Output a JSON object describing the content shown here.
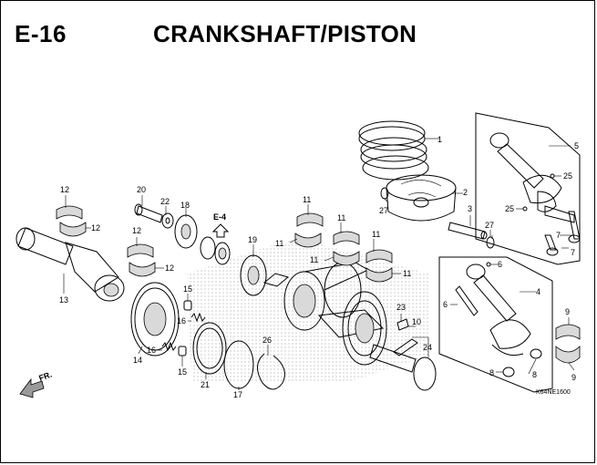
{
  "header": {
    "section": "E-16",
    "title": "CRANKSHAFT/PISTON"
  },
  "reference": {
    "section_ref": "E-4",
    "diagram_code": "K64NE1600",
    "direction": "FR."
  },
  "callouts": {
    "c1": "1",
    "c2": "2",
    "c3": "3",
    "c4": "4",
    "c5": "5",
    "c6a": "6",
    "c6b": "6",
    "c7a": "7",
    "c7b": "7",
    "c8a": "8",
    "c8b": "8",
    "c9a": "9",
    "c9b": "9",
    "c10": "10",
    "c11a": "11",
    "c11b": "11",
    "c11c": "11",
    "c11d": "11",
    "c11e": "11",
    "c11f": "11",
    "c12a": "12",
    "c12b": "12",
    "c12c": "12",
    "c12d": "12",
    "c13": "13",
    "c14": "14",
    "c15a": "15",
    "c15b": "15",
    "c16a": "16",
    "c16b": "16",
    "c17": "17",
    "c18": "18",
    "c19": "19",
    "c20": "20",
    "c21": "21",
    "c22": "22",
    "c23": "23",
    "c24": "24",
    "c25a": "25",
    "c25b": "25",
    "c26": "26",
    "c27a": "27",
    "c27b": "27"
  }
}
